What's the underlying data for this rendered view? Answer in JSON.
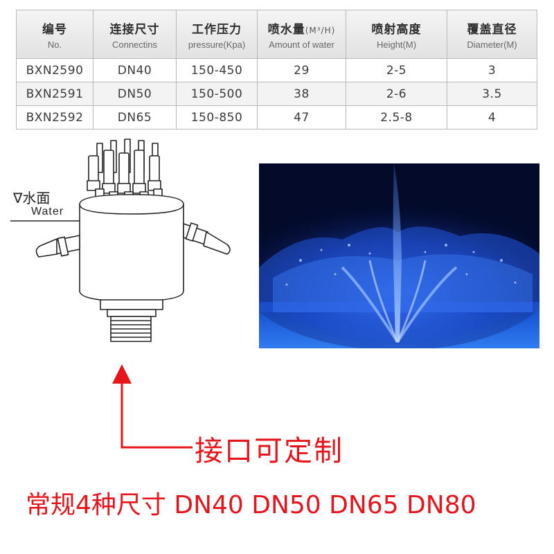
{
  "table": {
    "headers": [
      {
        "cn": "编号",
        "unit": "",
        "en": "No."
      },
      {
        "cn": "连接尺寸",
        "unit": "",
        "en": "Connectins"
      },
      {
        "cn": "工作压力",
        "unit": "",
        "en": "pressure(Kpa)"
      },
      {
        "cn": "喷水量",
        "unit": "(M³/H)",
        "en": "Amount of water"
      },
      {
        "cn": "喷射高度",
        "unit": "",
        "en": "Height(M)"
      },
      {
        "cn": "覆盖直径",
        "unit": "",
        "en": "Diameter(M)"
      }
    ],
    "rows": [
      [
        "BXN2590",
        "DN40",
        "150-450",
        "29",
        "2-5",
        "3"
      ],
      [
        "BXN2591",
        "DN50",
        "150-500",
        "38",
        "2-6",
        "3.5"
      ],
      [
        "BXN2592",
        "DN65",
        "150-850",
        "47",
        "2.5-8",
        "4"
      ]
    ]
  },
  "diagram": {
    "water_label_cn": "∇水面",
    "water_label_en": "Water"
  },
  "callout": {
    "customizable_text": "接口可定制",
    "sizes_text": "常规4种尺寸 DN40 DN50 DN65 DN80"
  },
  "colors": {
    "callout_red": "#e8141b",
    "photo_blue": "#1f5bd6"
  }
}
